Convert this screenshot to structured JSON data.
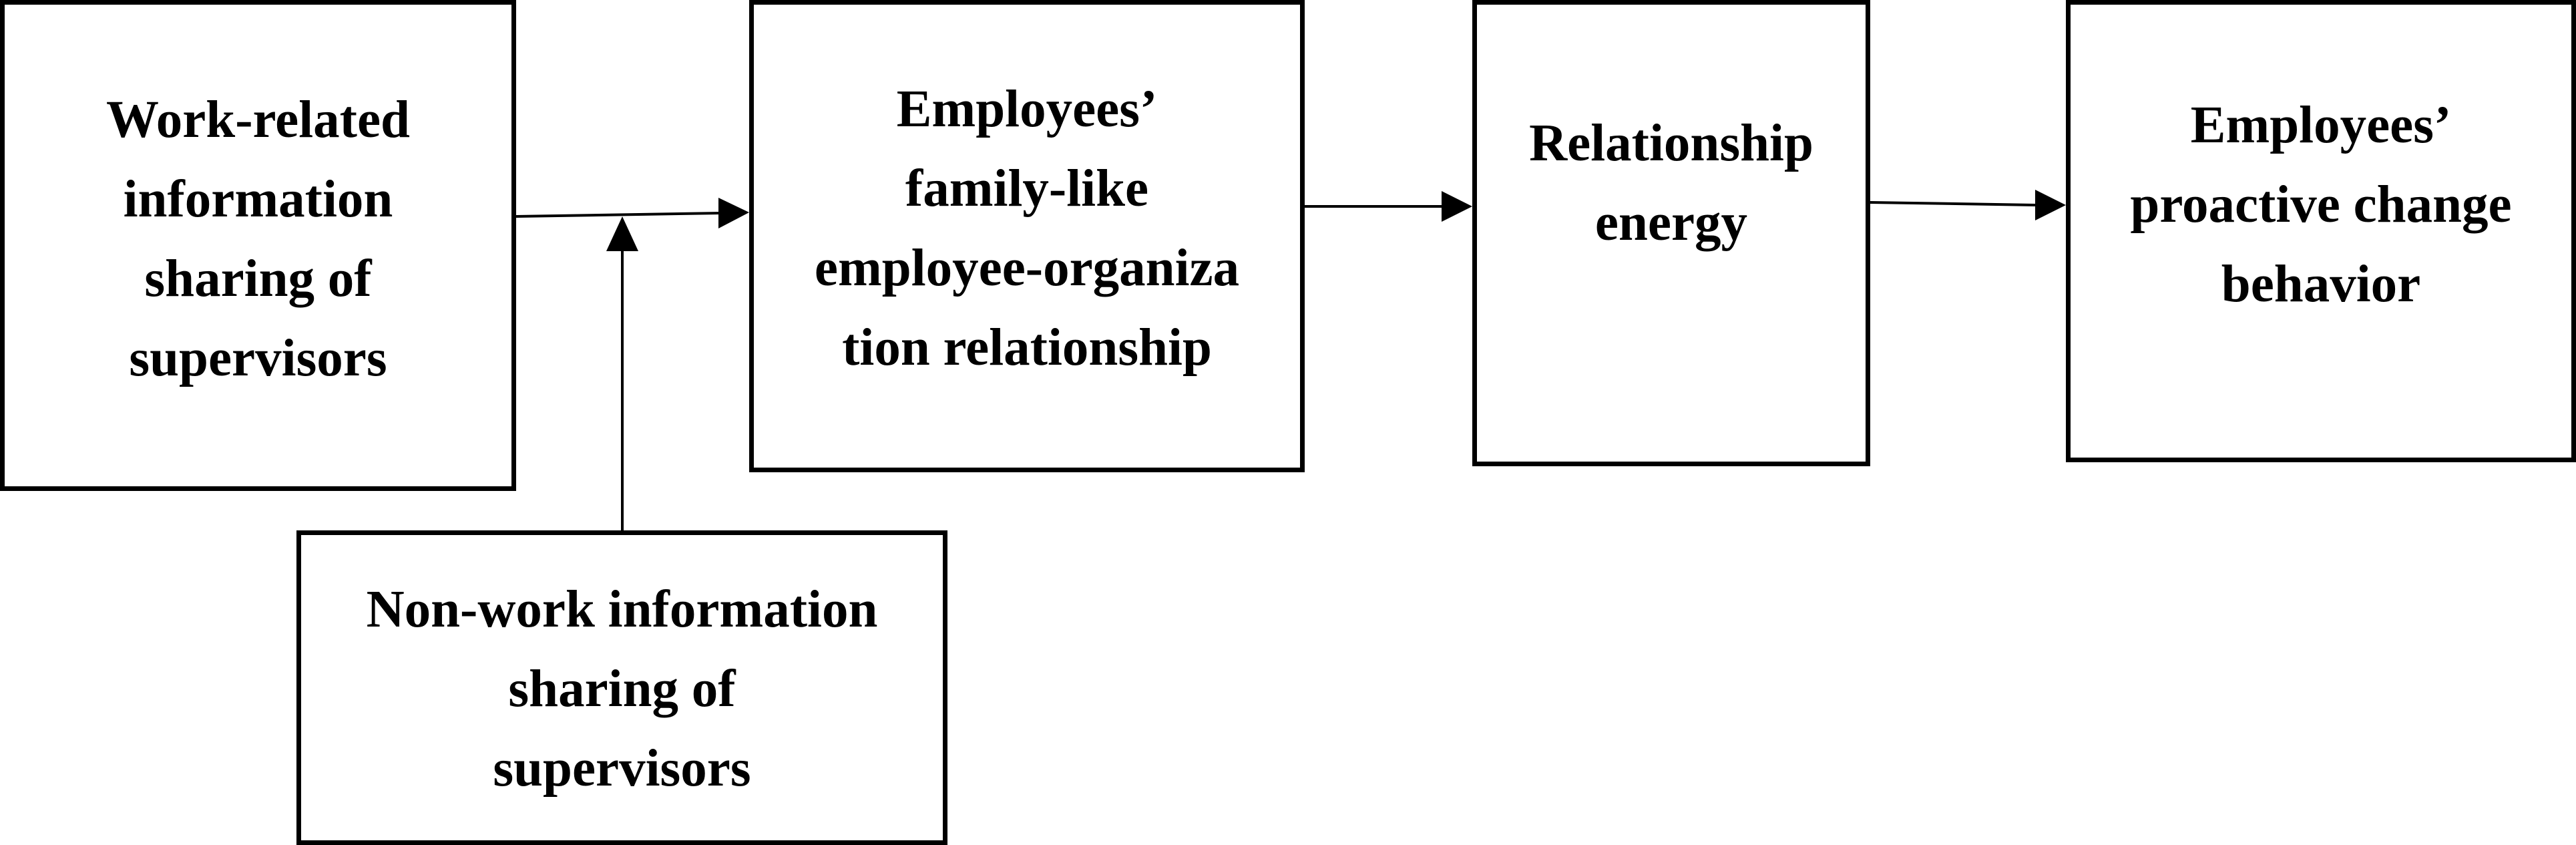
{
  "boxes": {
    "work_related": {
      "lines": [
        "Work-related",
        "information",
        "sharing of",
        "supervisors"
      ]
    },
    "non_work": {
      "lines": [
        "Non-work information",
        "sharing of",
        "supervisors"
      ]
    },
    "family_like": {
      "lines": [
        "Employees’",
        "family-like",
        "employee-organiza",
        "tion relationship"
      ]
    },
    "relationship_energy": {
      "lines": [
        "Relationship",
        "energy"
      ]
    },
    "proactive_change": {
      "lines": [
        "Employees’",
        "proactive change",
        "behavior"
      ]
    }
  },
  "style": {
    "line_color": "#000000",
    "background": "#ffffff"
  }
}
